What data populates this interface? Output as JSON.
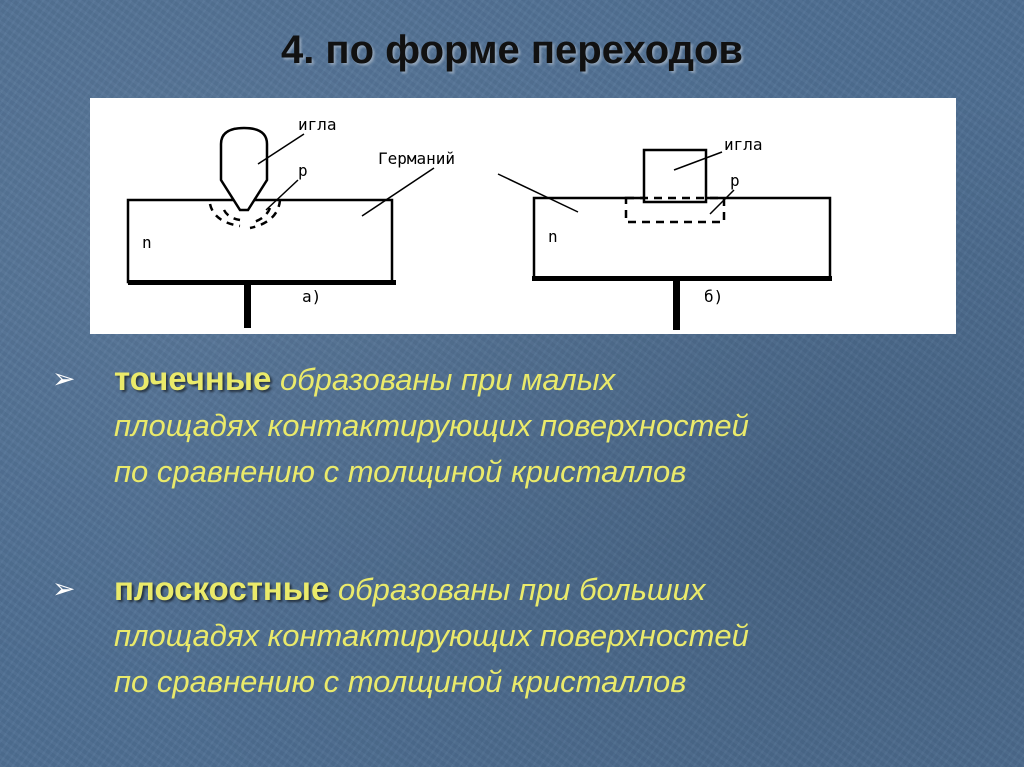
{
  "slide": {
    "title": "4.  по форме переходов"
  },
  "figure": {
    "left": {
      "needle_label": "игла",
      "p_label": "p",
      "n_label": "n",
      "caption": "а)"
    },
    "germanium_label": "Германий",
    "right": {
      "needle_label": "игла",
      "p_label": "p",
      "n_label": "n",
      "caption": "б)"
    }
  },
  "bullets": [
    {
      "marker": "➢",
      "term": "точечные",
      "line1": " образованы при малых",
      "line2": "площадях контактирующих поверхностей",
      "line3": "по сравнению с толщиной кристаллов"
    },
    {
      "marker": "➢",
      "term": "плоскостные",
      "line1": " образованы при  больших",
      "line2": "площадях контактирующих поверхностей",
      "line3": "по сравнению с толщиной кристаллов"
    }
  ],
  "colors": {
    "background": "#4f6f93",
    "accent_text": "#eaea6a",
    "title_text": "#111111"
  }
}
